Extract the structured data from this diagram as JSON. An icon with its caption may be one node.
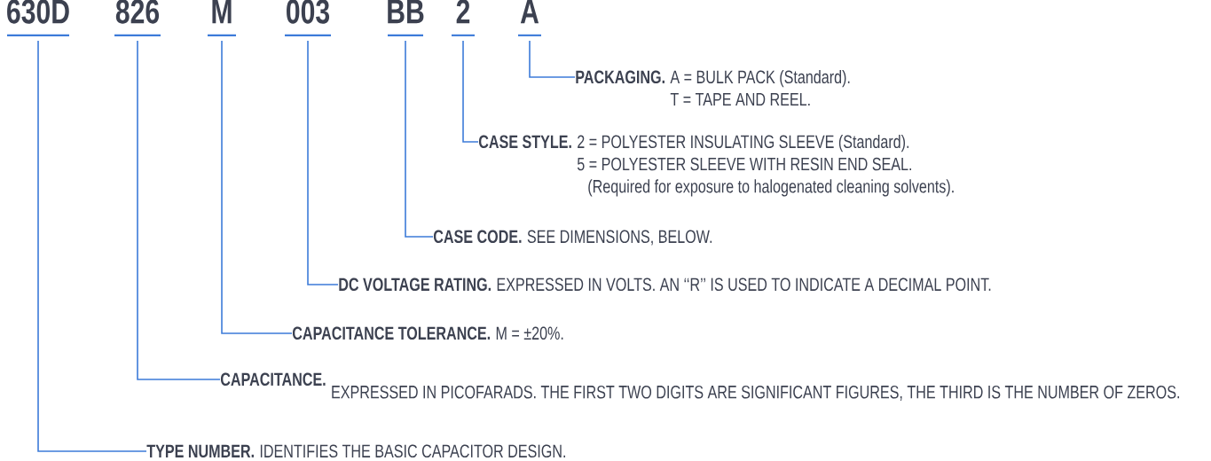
{
  "diagram": {
    "nodes": [
      {
        "text": [
          "630D"
        ]
      },
      {
        "text": [
          "826"
        ]
      },
      {
        "text": [
          "M"
        ]
      },
      {
        "text": [
          "003"
        ]
      },
      {
        "text": [
          "BB"
        ]
      },
      {
        "text": [
          "2"
        ]
      },
      {
        "text": [
          "A"
        ]
      },
      {
        "text": [
          "PACKAGING.",
          "A = BULK PACK (Standard).",
          "T = TAPE AND REEL."
        ]
      },
      {
        "text": [
          "CASE STYLE.",
          "2 = POLYESTER INSULATING SLEEVE (Standard).",
          "5 = POLYESTER SLEEVE WITH RESIN END SEAL.",
          "(Required for exposure to halogenated cleaning solvents)."
        ]
      },
      {
        "text": [
          "CASE CODE.",
          "SEE DIMENSIONS, BELOW."
        ]
      },
      {
        "text": [
          "DC VOLTAGE RATING.",
          "EXPRESSED IN VOLTS. AN ‘‘R’’ IS USED TO INDICATE A DECIMAL POINT."
        ]
      },
      {
        "text": [
          "CAPACITANCE TOLERANCE.",
          "M = ±20%."
        ]
      },
      {
        "text": [
          "CAPACITANCE.",
          "EXPRESSED IN PICOFARADS. THE FIRST TWO DIGITS ARE SIGNIFICANT FIGURES, THE THIRD IS THE NUMBER OF ZEROS."
        ]
      },
      {
        "text": [
          "TYPE NUMBER.",
          "IDENTIFIES THE BASIC CAPACITOR DESIGN."
        ]
      }
    ],
    "edges": [
      {
        "from": 6,
        "to": 7,
        "arrow": "none"
      },
      {
        "from": 5,
        "to": 8,
        "arrow": "none"
      },
      {
        "from": 4,
        "to": 9,
        "arrow": "none"
      },
      {
        "from": 3,
        "to": 10,
        "arrow": "none"
      },
      {
        "from": 2,
        "to": 11,
        "arrow": "none"
      },
      {
        "from": 1,
        "to": 12,
        "arrow": "none"
      },
      {
        "from": 0,
        "to": 13,
        "arrow": "none"
      }
    ]
  }
}
